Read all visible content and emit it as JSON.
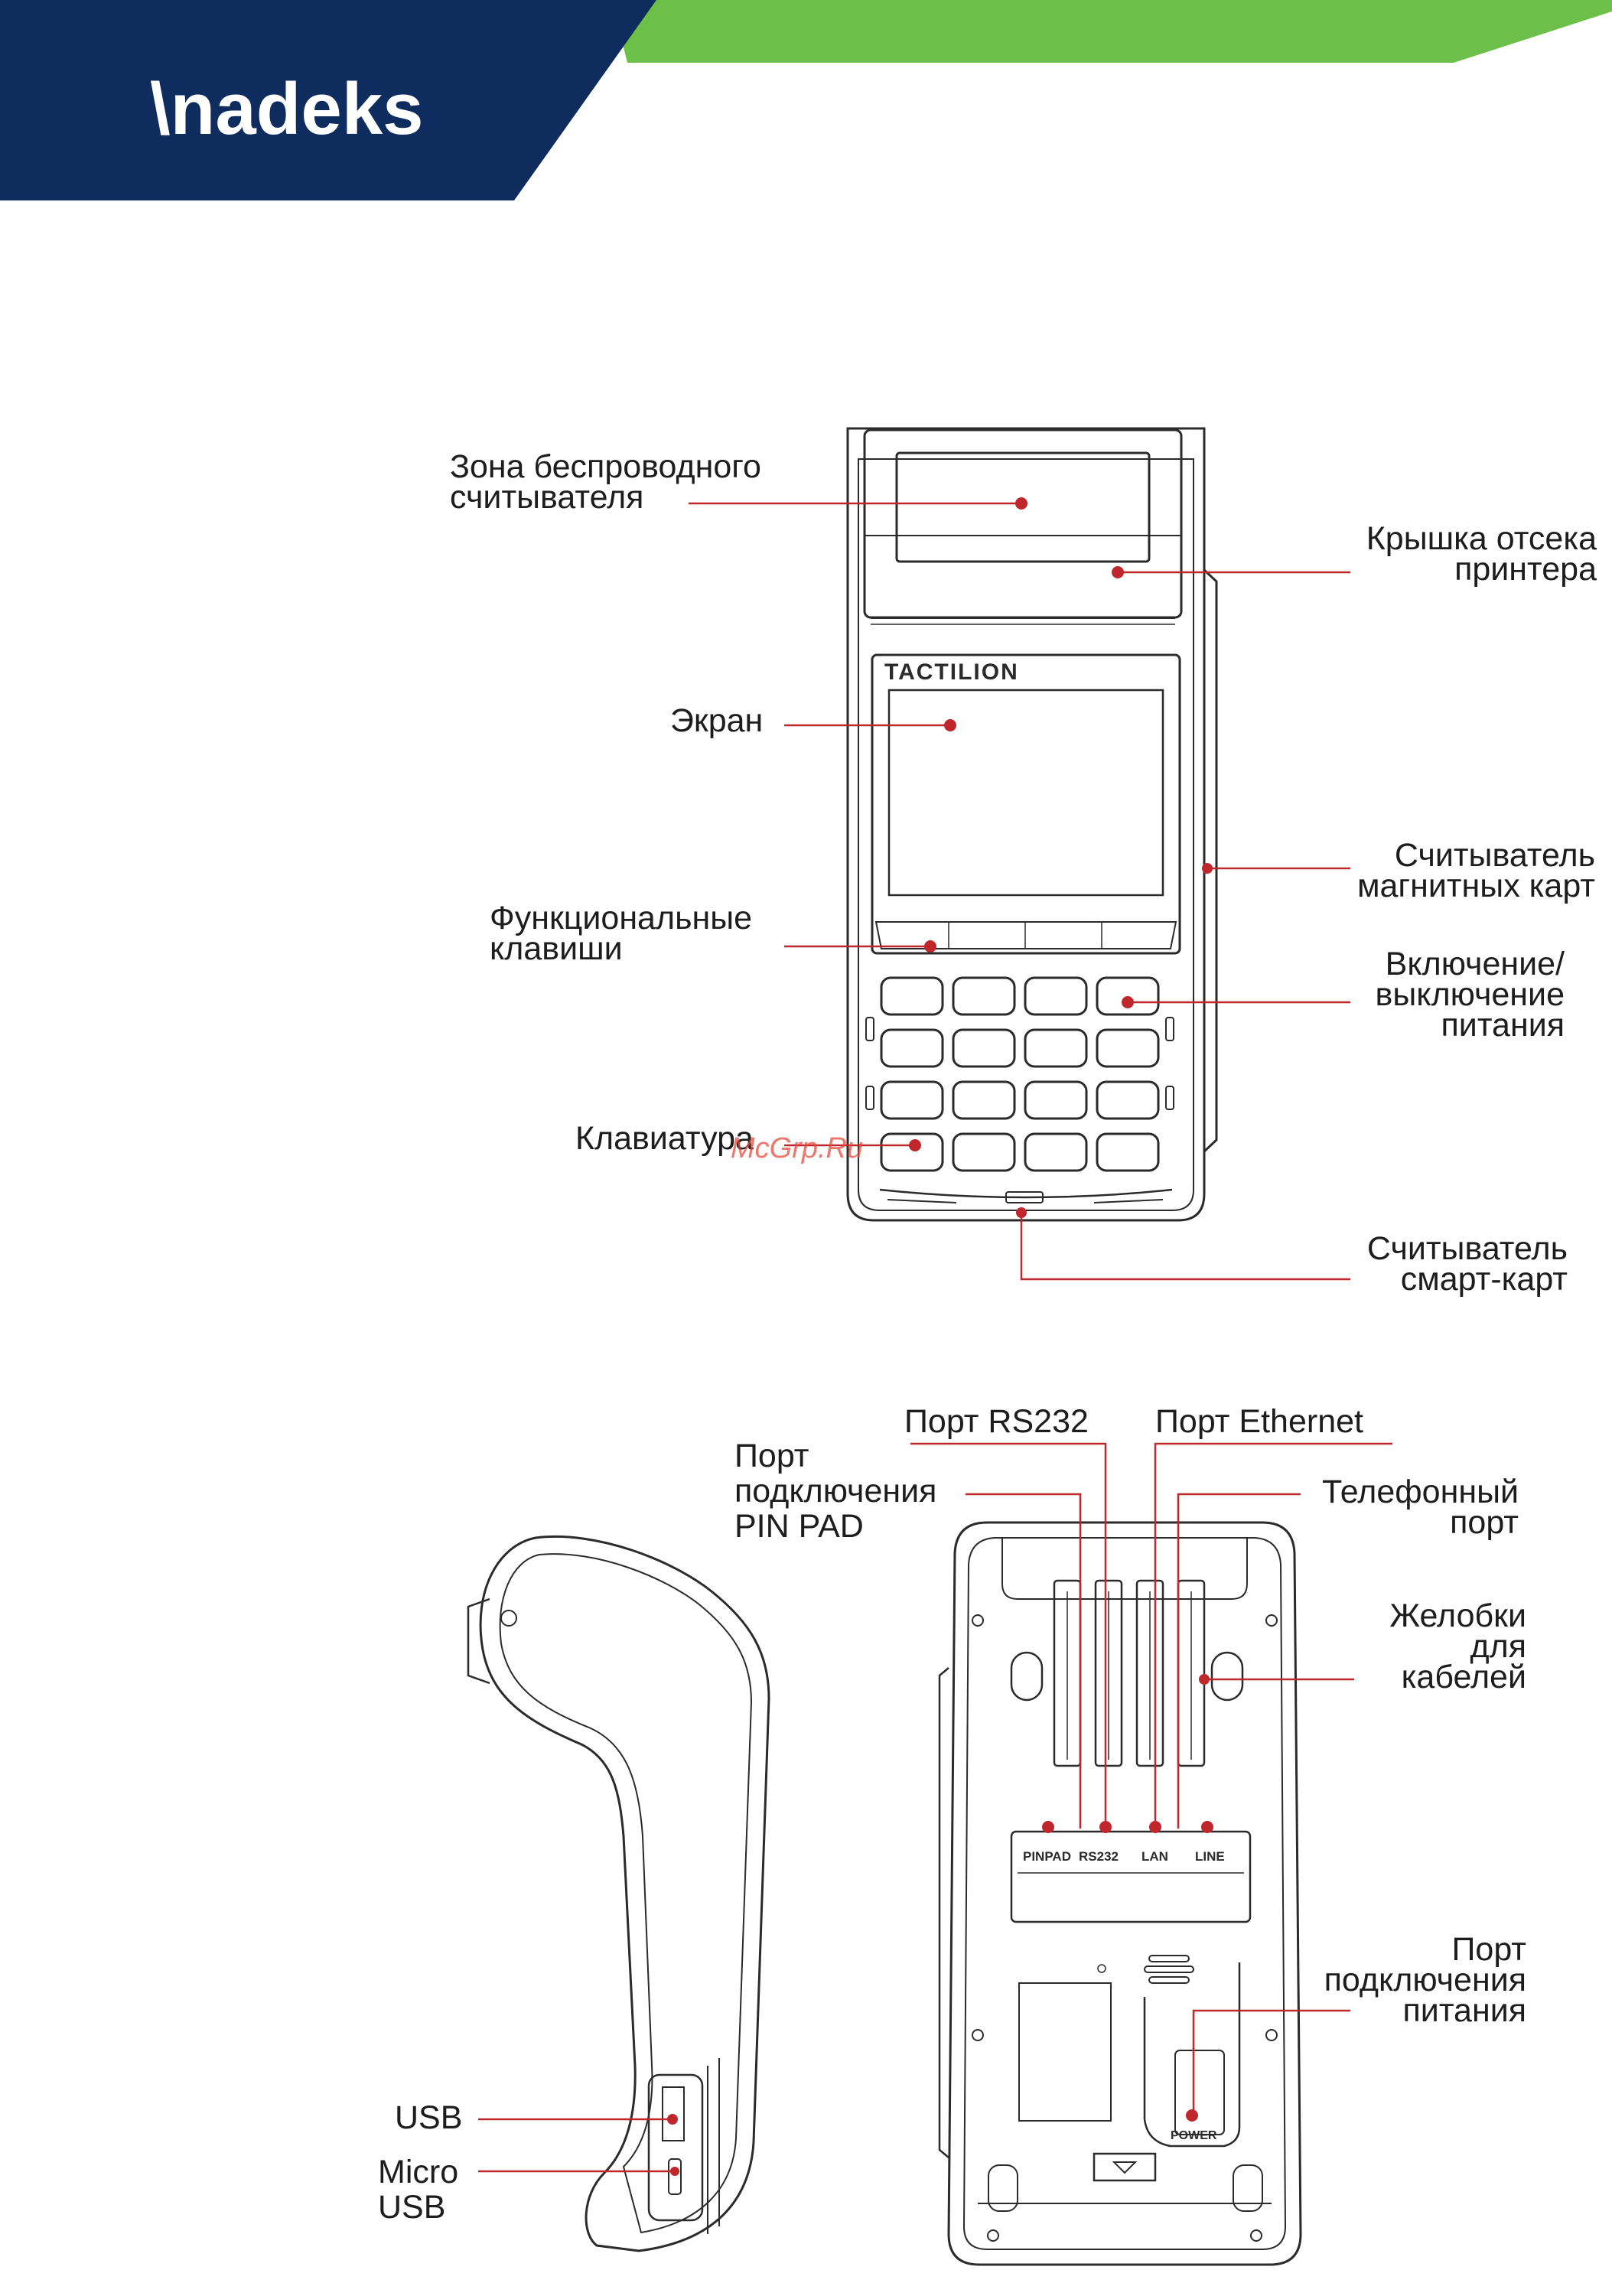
{
  "brand": {
    "logo_text": "\\nadeks",
    "navy": "#0e2d5e",
    "green": "#6cc04a"
  },
  "accent_color": "#c0272d",
  "front_view": {
    "screen_brand": "TACTILION",
    "callouts": {
      "contactless_zone": [
        "Зона беспроводного",
        "считывателя"
      ],
      "printer_cover": [
        "Крышка отсека",
        "принтера"
      ],
      "screen": [
        "Экран"
      ],
      "mag_reader": [
        "Считыватель",
        "магнитных карт"
      ],
      "function_keys": [
        "Функциональные",
        "клавиши"
      ],
      "power_button": [
        "Включение/",
        "выключение",
        "питания"
      ],
      "keypad": [
        "Клавиатура"
      ],
      "smartcard_reader": [
        "Считыватель",
        "смарт-карт"
      ]
    }
  },
  "watermark": "McGrp.Ru",
  "rear_view": {
    "port_panel": [
      "PINPAD",
      "RS232",
      "LAN",
      "LINE"
    ],
    "power_panel": "POWER",
    "callouts": {
      "pinpad_port": [
        "Порт",
        "подключения",
        "PIN PAD"
      ],
      "rs232_port": [
        "Порт RS232"
      ],
      "ethernet_port": [
        "Порт Ethernet"
      ],
      "phone_port": [
        "Телефонный",
        "порт"
      ],
      "cable_grooves": [
        "Желобки",
        "для",
        "кабелей"
      ],
      "power_port": [
        "Порт",
        "подключения",
        "питания"
      ]
    }
  },
  "side_view": {
    "callouts": {
      "usb": [
        "USB"
      ],
      "micro_usb": [
        "Micro",
        "USB"
      ]
    }
  }
}
